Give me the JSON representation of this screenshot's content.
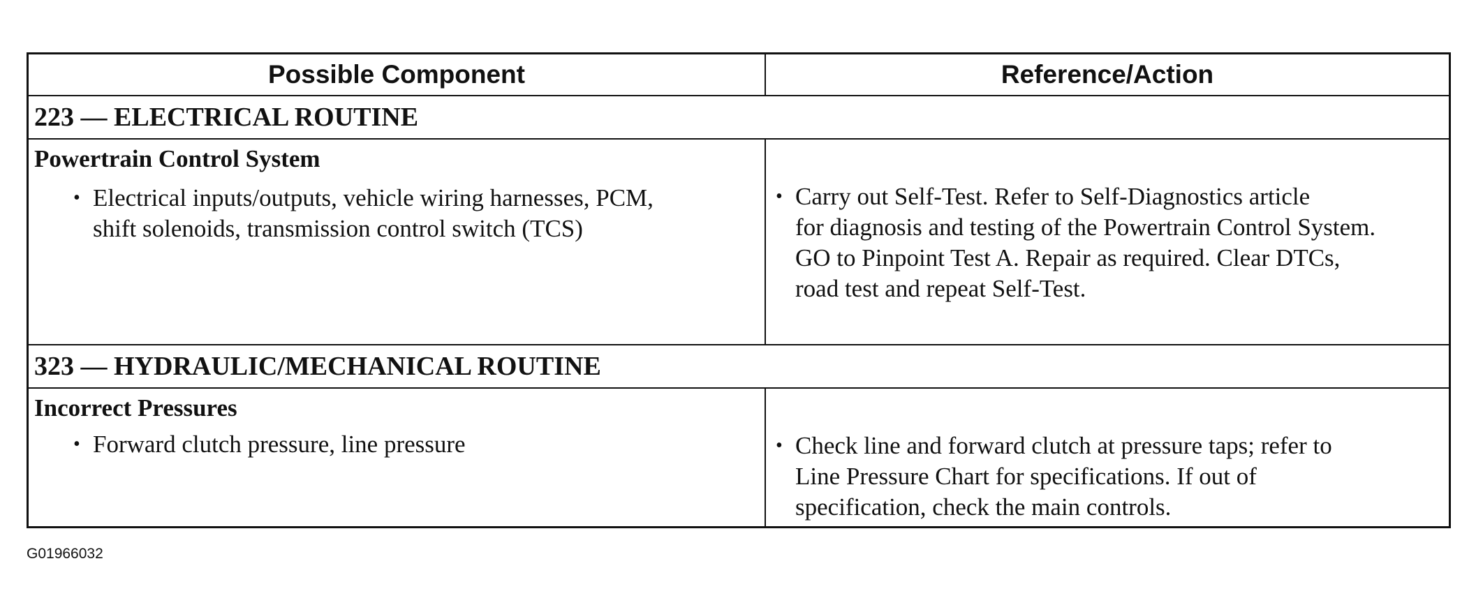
{
  "header": {
    "col_component": "Possible Component",
    "col_action": "Reference/Action"
  },
  "sections": [
    {
      "title": "223 — ELECTRICAL ROUTINE",
      "group": "Powertrain Control System",
      "component_lines": [
        "Electrical inputs/outputs, vehicle wiring harnesses, PCM,",
        "shift solenoids, transmission control switch (TCS)"
      ],
      "action_lines": [
        "Carry out Self-Test. Refer to Self-Diagnostics article",
        "for diagnosis and testing of the Powertrain Control System.",
        "GO to Pinpoint Test A. Repair as required. Clear DTCs,",
        "road test and repeat Self-Test."
      ]
    },
    {
      "title": "323 — HYDRAULIC/MECHANICAL ROUTINE",
      "group": "Incorrect Pressures",
      "component_lines": [
        "Forward clutch pressure, line pressure"
      ],
      "action_lines": [
        "Check line and forward clutch at pressure taps; refer to",
        "Line Pressure Chart for specifications. If out of",
        "specification, check the main controls."
      ]
    }
  ],
  "bullet": "•",
  "figure_id": "G01966032"
}
